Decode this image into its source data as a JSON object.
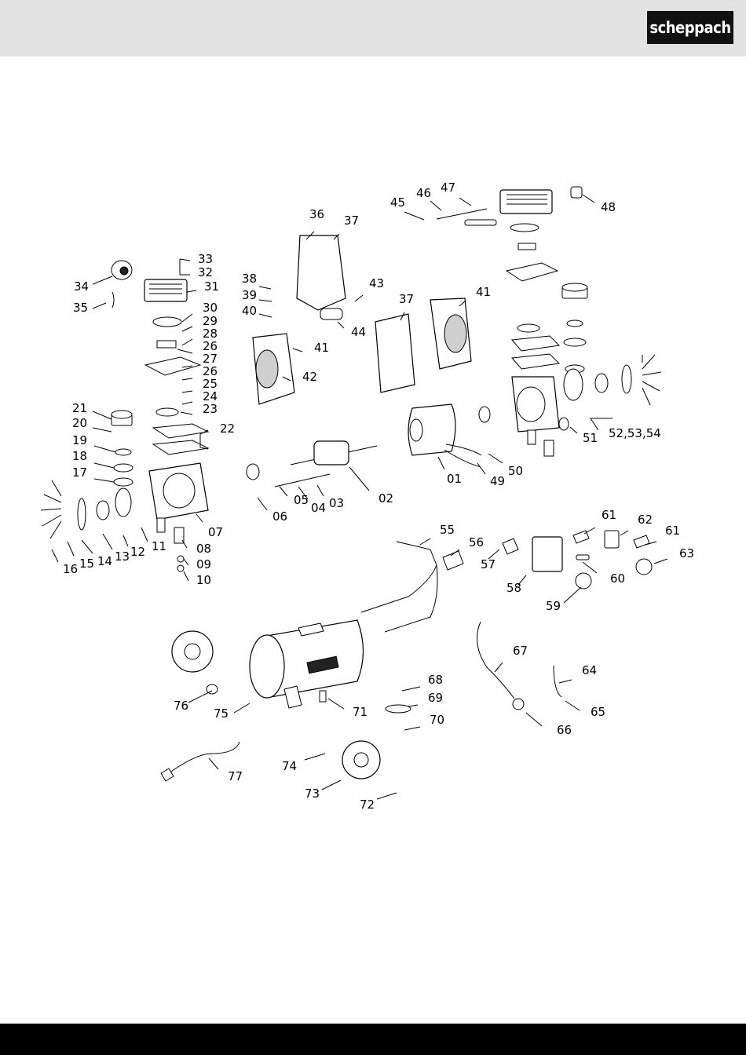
{
  "brand": {
    "logo_text": "scheppach"
  },
  "part_labels": [
    "33",
    "32",
    "31",
    "34",
    "35",
    "30",
    "29",
    "28",
    "26",
    "27",
    "26",
    "25",
    "24",
    "23",
    "21",
    "20",
    "19",
    "18",
    "17",
    "22",
    "07",
    "08",
    "09",
    "10",
    "11",
    "12",
    "13",
    "14",
    "15",
    "16",
    "36",
    "37",
    "38",
    "39",
    "40",
    "41",
    "42",
    "43",
    "44",
    "37",
    "41",
    "45",
    "46",
    "47",
    "48",
    "51",
    "52,53,54",
    "06",
    "05",
    "04",
    "03",
    "02",
    "01",
    "49",
    "50",
    "55",
    "56",
    "57",
    "58",
    "59",
    "60",
    "61",
    "62",
    "61",
    "63",
    "67",
    "64",
    "65",
    "66",
    "76",
    "75",
    "71",
    "68",
    "69",
    "70",
    "74",
    "73",
    "72",
    "77"
  ]
}
